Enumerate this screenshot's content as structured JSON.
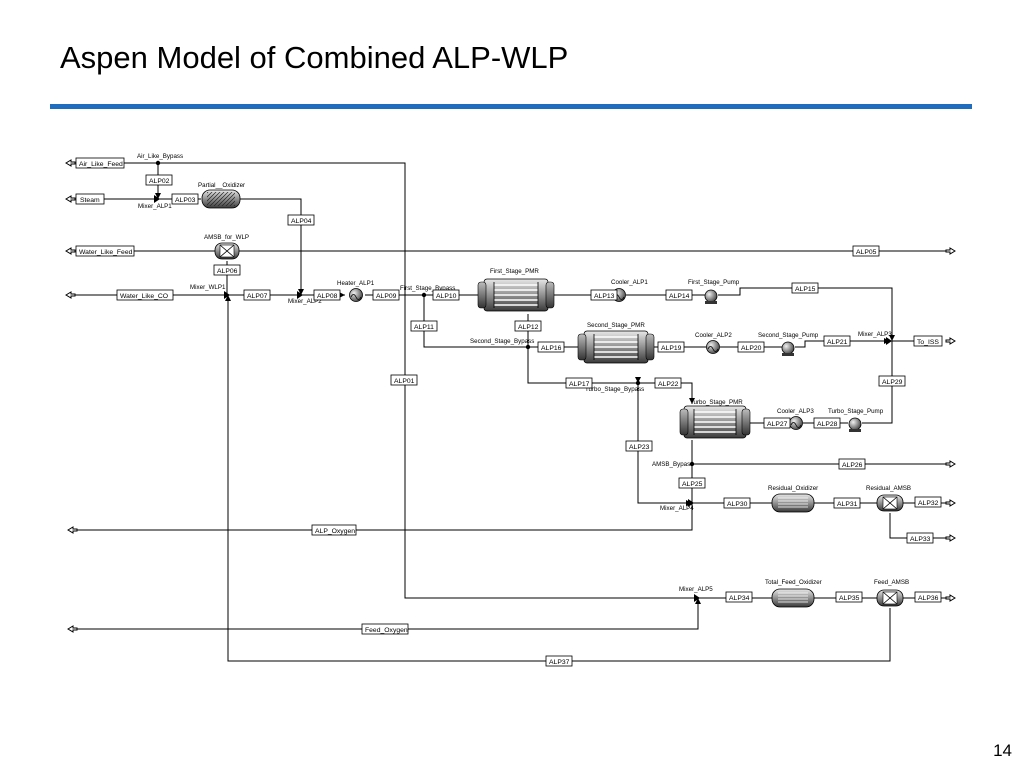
{
  "slide": {
    "title": "Aspen Model of Combined ALP-WLP",
    "page_number": "14"
  },
  "colors": {
    "title_rule": "#1f6dbf"
  },
  "blocks": {
    "air_like_bypass": "Air_Like_Bypass",
    "partial_oxidizer": "Partial__Oxidizer",
    "mixer_alp1": "Mixer_ALP1",
    "amsb_for_wlp": "AMSB_for_WLP",
    "mixer_wlp1": "Mixer_WLP1",
    "mixer_alp2": "Mixer_ALP2",
    "heater_alp1": "Heater_ALP1",
    "first_stage_bypass": "First_Stage_Bypass",
    "first_stage_pmr": "First_Stage_PMR",
    "cooler_alp1": "Cooler_ALP1",
    "first_stage_pump": "First_Stage_Pump",
    "second_stage_pmr": "Second_Stage_PMR",
    "second_stage_bypass": "Second_Stage_Bypass",
    "cooler_alp2": "Cooler_ALP2",
    "second_stage_pump": "Second_Stage_Pump",
    "mixer_alp3": "Mixer_ALP3",
    "turbo_stage_bypass": "Turbo_Stage_Bypass",
    "turbo_stage_pmr": "Turbo_Stage_PMR",
    "cooler_alp3": "Cooler_ALP3",
    "turbo_stage_pump": "Turbo_Stage_Pump",
    "amsb_bypass": "AMSB_Bypass",
    "mixer_alp4": "Mixer_ALP4",
    "residual_oxidizer": "Residual_Oxidizer",
    "residual_amsb": "Residual_AMSB",
    "mixer_alp5": "Mixer_ALP5",
    "total_feed_oxidizer": "Total_Feed_Oxidizer",
    "feed_amsb": "Feed_AMSB"
  },
  "streams": {
    "air_like_feed": "Air_Like_Feed",
    "steam": "Steam",
    "water_like_feed": "Water_Like_Feed",
    "water_like_co": "Water_Like_CO",
    "to_iss": "To_ISS",
    "alp_oxygen": "ALP_Oxygen",
    "feed_oxygen": "Feed_Oxygen",
    "alp01": "ALP01",
    "alp02": "ALP02",
    "alp03": "ALP03",
    "alp04": "ALP04",
    "alp05": "ALP05",
    "alp06": "ALP06",
    "alp07": "ALP07",
    "alp08": "ALP08",
    "alp09": "ALP09",
    "alp10": "ALP10",
    "alp11": "ALP11",
    "alp12": "ALP12",
    "alp13": "ALP13",
    "alp14": "ALP14",
    "alp15": "ALP15",
    "alp16": "ALP16",
    "alp17": "ALP17",
    "alp19": "ALP19",
    "alp20": "ALP20",
    "alp21": "ALP21",
    "alp22": "ALP22",
    "alp23": "ALP23",
    "alp25": "ALP25",
    "alp26": "ALP26",
    "alp27": "ALP27",
    "alp28": "ALP28",
    "alp29": "ALP29",
    "alp30": "ALP30",
    "alp31": "ALP31",
    "alp32": "ALP32",
    "alp33": "ALP33",
    "alp34": "ALP34",
    "alp35": "ALP35",
    "alp36": "ALP36",
    "alp37": "ALP37"
  }
}
